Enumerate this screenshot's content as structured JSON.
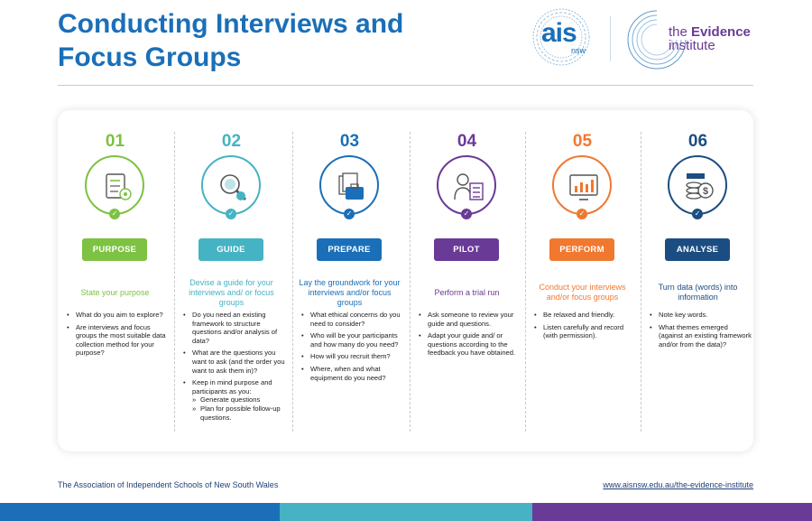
{
  "title": "Conducting Interviews and Focus Groups",
  "logos": {
    "ais": "ais",
    "ais_sub": "nsw",
    "evidence_line1_prefix": "the ",
    "evidence_line1_bold": "Evidence",
    "evidence_line2": "institute"
  },
  "colors": {
    "heading_blue": "#1a6fb8",
    "green": "#7dc242",
    "teal": "#45b3c3",
    "blue": "#1a6fb8",
    "purple": "#6a3a97",
    "orange": "#f0782f",
    "navy": "#1c4d82"
  },
  "steps": [
    {
      "number": "01",
      "label": "PURPOSE",
      "lead": "State your purpose",
      "icon": "checklist-target-icon",
      "color": "#7dc242",
      "points": [
        "What do you aim to explore?",
        "Are interviews and focus groups the most suitable data collection method for your purpose?"
      ]
    },
    {
      "number": "02",
      "label": "GUIDE",
      "lead": "Devise a guide for your interviews and/ or focus groups",
      "icon": "magnifier-check-icon",
      "color": "#45b3c3",
      "points": [
        "Do you need an existing framework to structure questions and/or analysis of data?",
        "What are the questions you want to ask (and the order you want to ask them in)?",
        "Keep in mind purpose and participants as you:"
      ],
      "subpoints": [
        "Generate questions",
        "Plan for possible follow-up questions."
      ]
    },
    {
      "number": "03",
      "label": "PREPARE",
      "lead": "Lay the groundwork for your interviews and/or focus groups",
      "icon": "briefcase-documents-icon",
      "color": "#1a6fb8",
      "points": [
        "What ethical concerns do you need to consider?",
        "Who will be your participants and how many do you need?",
        "How will you recruit them?",
        "Where, when and what equipment do you need?"
      ]
    },
    {
      "number": "04",
      "label": "PILOT",
      "lead": "Perform a trial run",
      "icon": "person-checklist-icon",
      "color": "#6a3a97",
      "points": [
        "Ask someone to review your guide and questions.",
        "Adapt your guide and/ or questions according to the feedback you have obtained."
      ]
    },
    {
      "number": "05",
      "label": "PERFORM",
      "lead": "Conduct your interviews and/or focus groups",
      "icon": "monitor-chart-icon",
      "color": "#f0782f",
      "points": [
        "Be relaxed and friendly.",
        "Listen carefully and record (with permission)."
      ]
    },
    {
      "number": "06",
      "label": "ANALYSE",
      "lead": "Turn data (words) into information",
      "icon": "coins-dollar-icon",
      "color": "#1c4d82",
      "points": [
        "Note key words.",
        "What themes emerged (against an existing framework and/or from the data)?"
      ]
    }
  ],
  "footer": {
    "organisation": "The Association of Independent Schools of New South Wales",
    "url": "www.aisnsw.edu.au/the-evidence-institute"
  },
  "footer_bar_colors": [
    "#1a6fb8",
    "#45b3c3",
    "#6a3a97"
  ]
}
